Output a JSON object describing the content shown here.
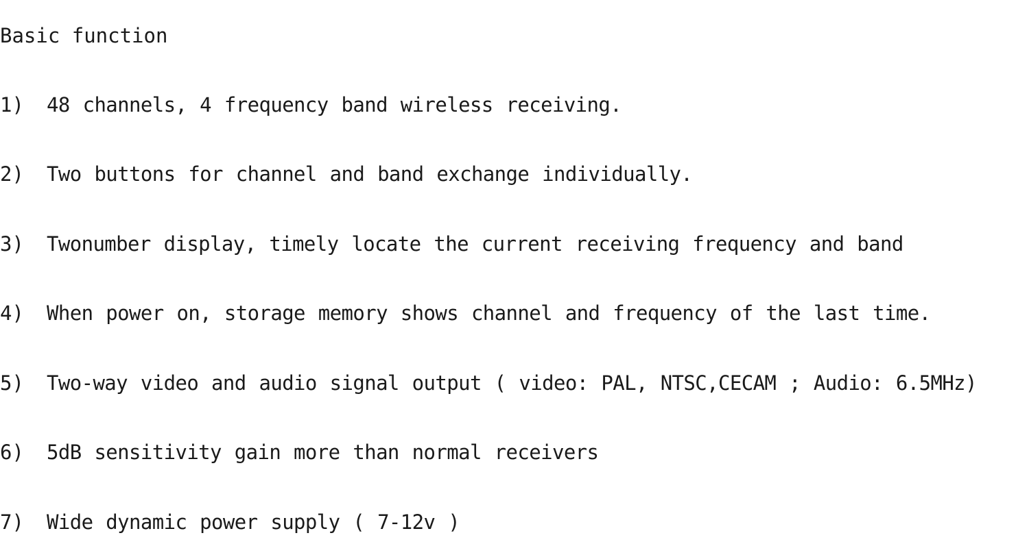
{
  "document": {
    "heading": "Basic function",
    "items": [
      {
        "number": "1)",
        "text": "48 channels, 4 frequency band wireless receiving."
      },
      {
        "number": "2)",
        "text": "Two buttons for channel and band exchange individually."
      },
      {
        "number": "3)",
        "text": "Twonumber display, timely locate the current receiving frequency and band"
      },
      {
        "number": "4)",
        "text": "When power on, storage memory shows channel and frequency of the last time."
      },
      {
        "number": "5)",
        "text": "Two-way video and audio signal output ( video: PAL, NTSC,CECAM ; Audio: 6.5MHz)"
      },
      {
        "number": "6)",
        "text": "5dB sensitivity gain more than normal receivers"
      },
      {
        "number": "7)",
        "text": "Wide dynamic power supply ( 7-12v )"
      }
    ]
  }
}
